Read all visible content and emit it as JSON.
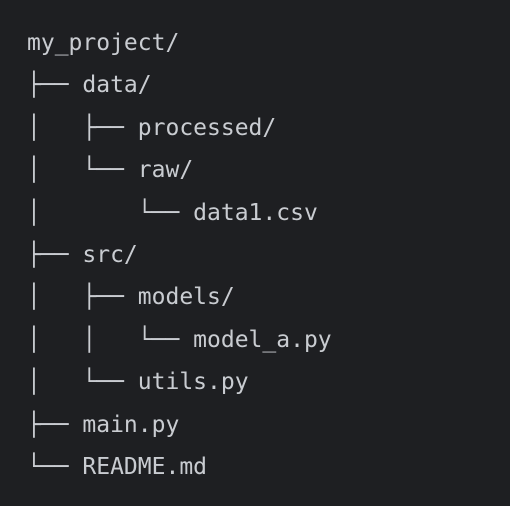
{
  "tree": {
    "lines": [
      "my_project/",
      "├── data/",
      "│   ├── processed/",
      "│   └── raw/",
      "│       └── data1.csv",
      "├── src/",
      "│   ├── models/",
      "│   │   └── model_a.py",
      "│   └── utils.py",
      "├── main.py",
      "└── README.md"
    ]
  },
  "colors": {
    "background": "#1e1f22",
    "text": "#c9ccd1"
  }
}
